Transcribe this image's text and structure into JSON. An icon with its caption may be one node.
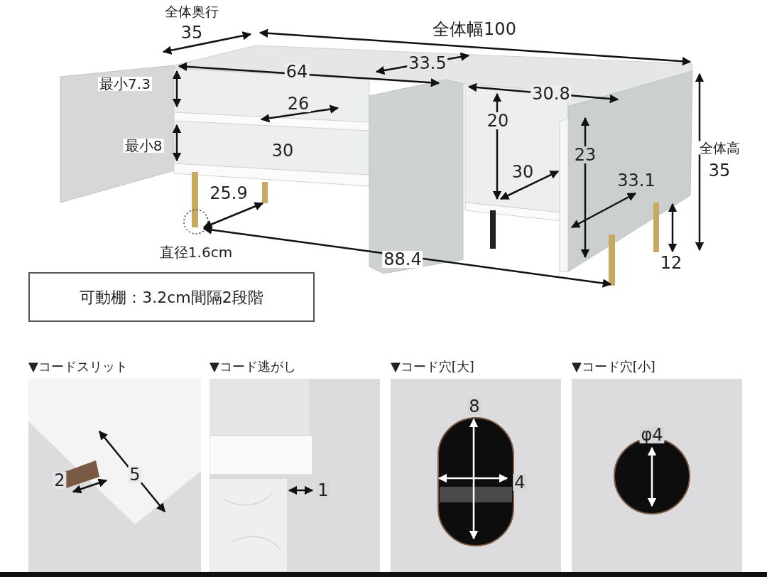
{
  "diagram": {
    "nodes": [
      {
        "text": [
          "可動棚：3.2cm間隔2段階"
        ]
      },
      {
        "text": [
          "▼コードスリット"
        ]
      },
      {
        "text": [
          "▼コード逃がし"
        ]
      },
      {
        "text": [
          "▼コード穴[大]"
        ]
      },
      {
        "text": [
          "▼コード穴[小]"
        ]
      }
    ],
    "labels": [
      "全体奥行",
      "35",
      "全体幅100",
      "64",
      "33.5",
      "最小7.3",
      "26",
      "30.8",
      "20",
      "最小8",
      "30",
      "23",
      "全体高",
      "35",
      "30",
      "33.1",
      "25.9",
      "12",
      "直径1.6cm",
      "88.4",
      "2",
      "5",
      "1",
      "8",
      "4",
      "φ4"
    ]
  }
}
